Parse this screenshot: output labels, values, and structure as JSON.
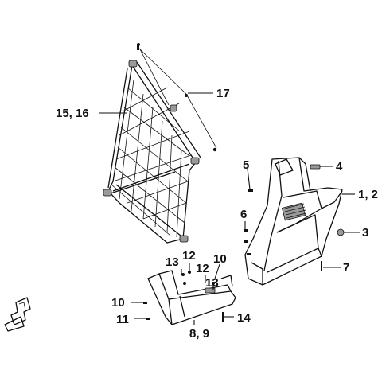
{
  "callouts": {
    "c17": "17",
    "c15_16": "15, 16",
    "c5": "5",
    "c4": "4",
    "c1_2": "1, 2",
    "c6": "6",
    "c3": "3",
    "c7": "7",
    "c13a": "13",
    "c12a": "12",
    "c12b": "12",
    "c10a": "10",
    "c13b": "13",
    "c10b": "10",
    "c11": "11",
    "c14": "14",
    "c8_9": "8, 9"
  },
  "colors": {
    "line": "#111111",
    "background": "#ffffff",
    "shade": "#9a9a9a"
  }
}
